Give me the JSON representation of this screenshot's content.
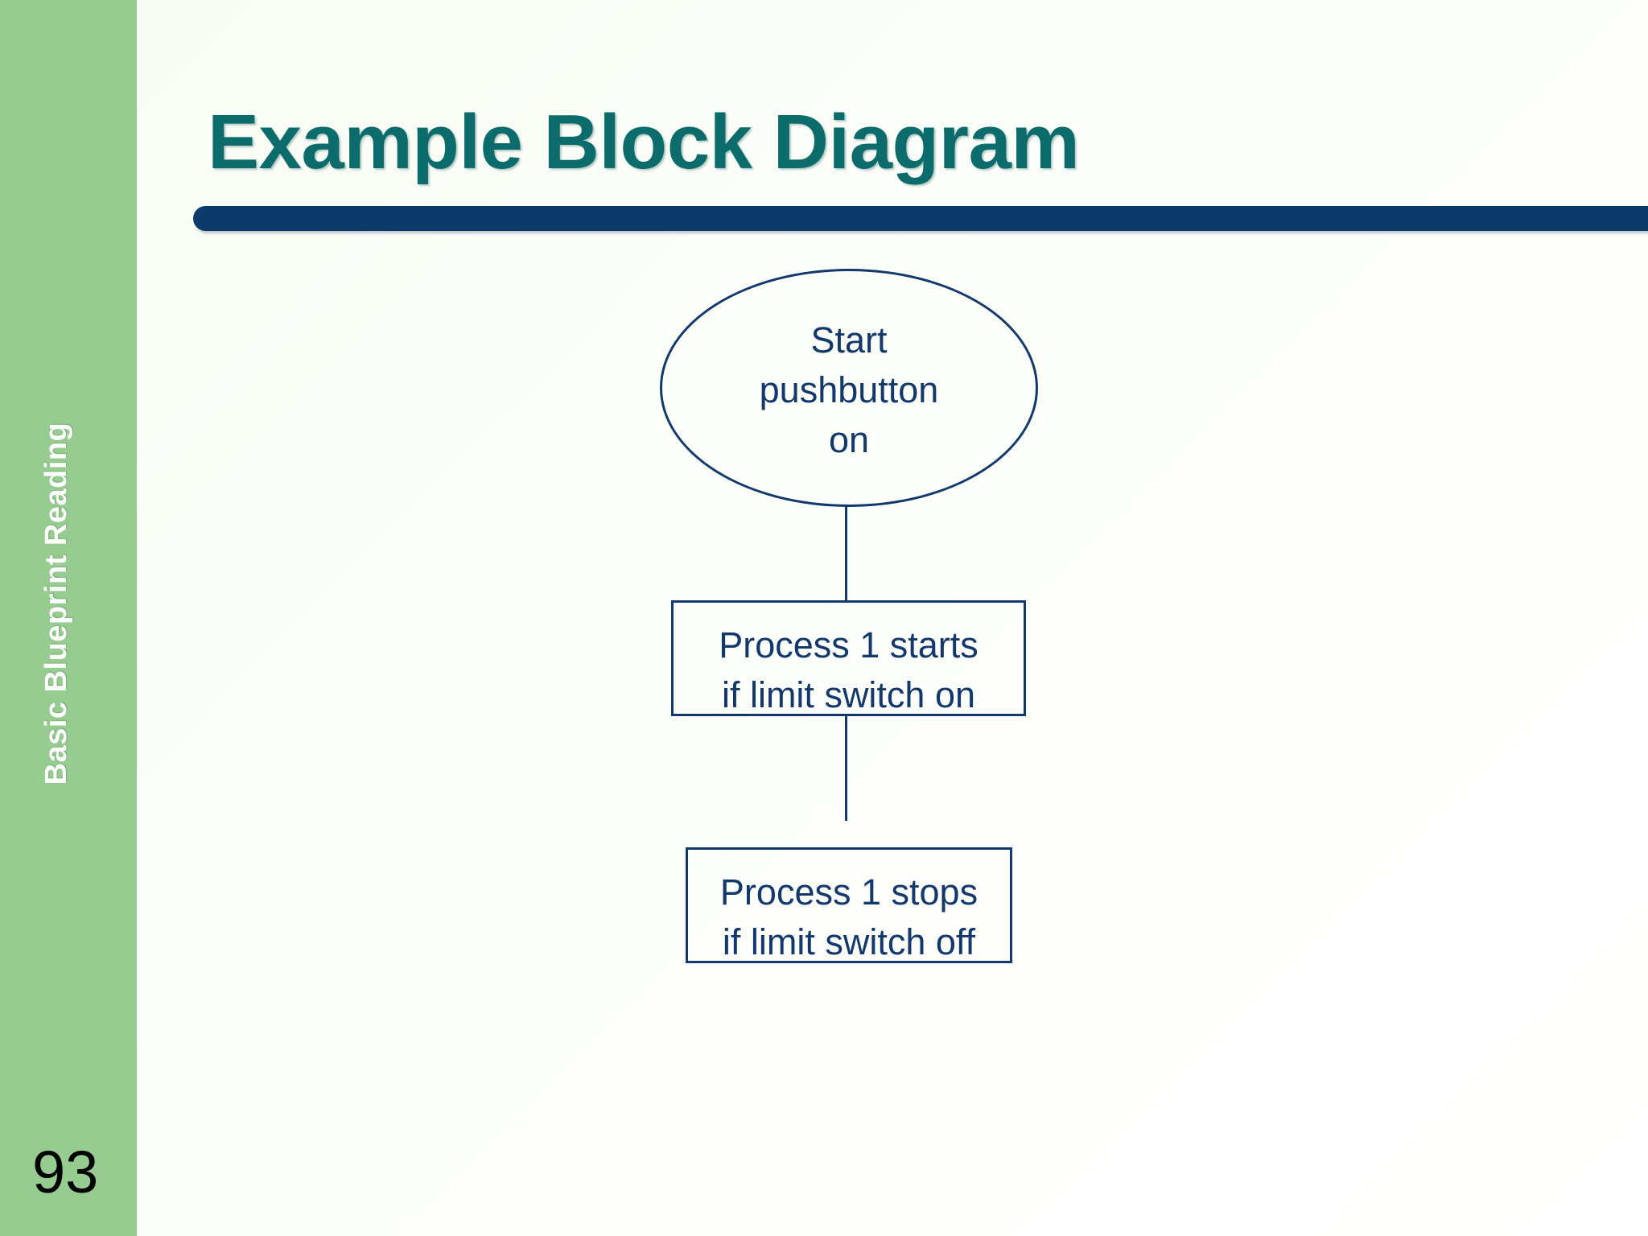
{
  "slide": {
    "title": "Example Block Diagram",
    "page_number": "93",
    "sidebar_label": "Basic Blueprint Reading",
    "colors": {
      "sidebar_green": "#97cc90",
      "title_teal": "#0c6b6b",
      "rule_navy": "#0b3a6b",
      "diagram_navy": "#12386c",
      "background": "#fdfffb",
      "page_number_black": "#000000"
    }
  },
  "diagram": {
    "type": "flowchart",
    "nodes": [
      {
        "id": "start-pushbutton",
        "shape": "ellipse",
        "text": "Start\npushbutton\non"
      },
      {
        "id": "process-1-start",
        "shape": "rectangle",
        "text": "Process 1 starts\nif limit switch on"
      },
      {
        "id": "process-1-stop",
        "shape": "rectangle",
        "text": "Process 1 stops\nif limit switch off"
      }
    ],
    "edges": [
      {
        "from": "start-pushbutton",
        "to": "process-1-start",
        "style": "line"
      },
      {
        "from": "process-1-start",
        "to": "process-1-stop",
        "style": "line"
      }
    ]
  }
}
